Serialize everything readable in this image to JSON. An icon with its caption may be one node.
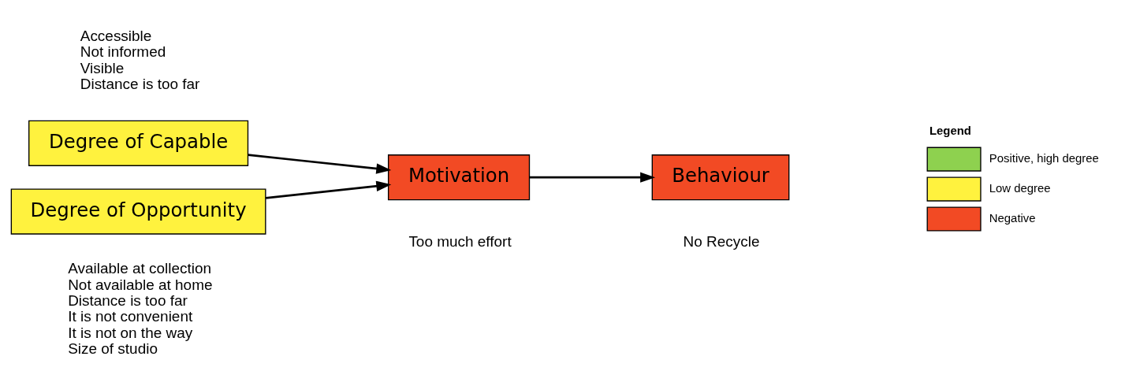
{
  "diagram": {
    "nodes": [
      {
        "text": [
          "Degree of Capable"
        ],
        "beside": [
          "Accessible",
          "Not informed",
          "Visible",
          "Distance is too far"
        ]
      },
      {
        "text": [
          "Degree of Opportunity"
        ],
        "beside": [
          "Available at collection",
          "Not available at home",
          "Distance is too far",
          "It is not convenient",
          "It is not on the way",
          "Size of studio"
        ]
      },
      {
        "text": [
          "Motivation"
        ],
        "beside": [
          "Too much effort"
        ]
      },
      {
        "text": [
          "Behaviour"
        ],
        "beside": [
          "No Recycle"
        ]
      }
    ],
    "edges": [
      {
        "from": 0,
        "to": 2,
        "arrow": "to"
      },
      {
        "from": 1,
        "to": 2,
        "arrow": "to"
      },
      {
        "from": 2,
        "to": 3,
        "arrow": "to"
      }
    ],
    "labels": [
      "Legend"
    ],
    "legend": [
      {
        "text": "Positive, high degree",
        "color": "#8ed14f"
      },
      {
        "text": "Low degree",
        "color": "#fff23e"
      },
      {
        "text": "Negative",
        "color": "#f24a24"
      }
    ]
  }
}
